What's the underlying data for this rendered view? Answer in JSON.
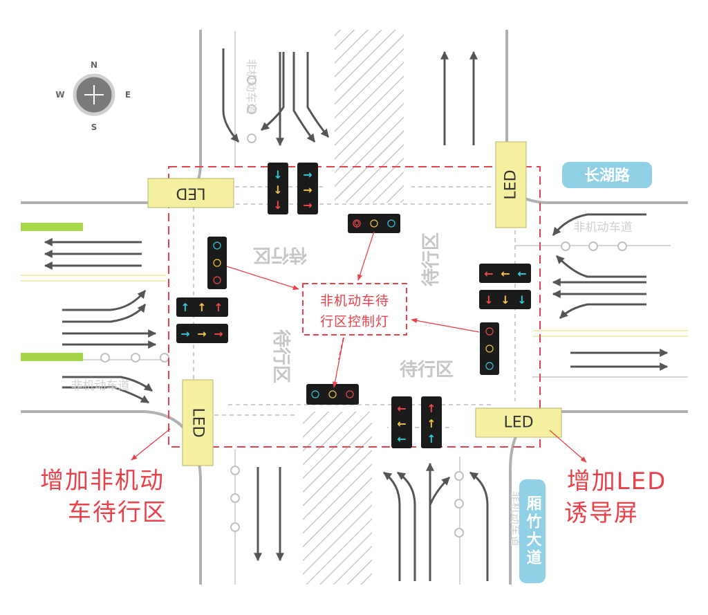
{
  "compass": {
    "n": "N",
    "s": "S",
    "e": "E",
    "w": "W"
  },
  "roads": {
    "east_west": "长湖路",
    "north_south": "厢竹大道"
  },
  "bike_lane": {
    "label": "非机动车道"
  },
  "led": {
    "label": "LED"
  },
  "waiting_zone": {
    "label": "待行区"
  },
  "center_label": {
    "line1": "非机动车待",
    "line2": "行区控制灯"
  },
  "annotations": {
    "add_zone": {
      "line1": "增加非机动",
      "line2": "车待行区"
    },
    "add_led": {
      "line1": "增加LED",
      "line2": "诱导屏"
    }
  },
  "colors": {
    "annotation_red": "#e8414a",
    "road_gray": "#a9a9a9",
    "arrow_gray": "#555555",
    "led_fill": "#f5f0a0",
    "road_badge": "#8fd0e6",
    "bike_lane_green": "#a5d64a",
    "signal_green": "#31c9d8",
    "signal_yellow": "#f7c640",
    "signal_red": "#ee4a4a"
  }
}
